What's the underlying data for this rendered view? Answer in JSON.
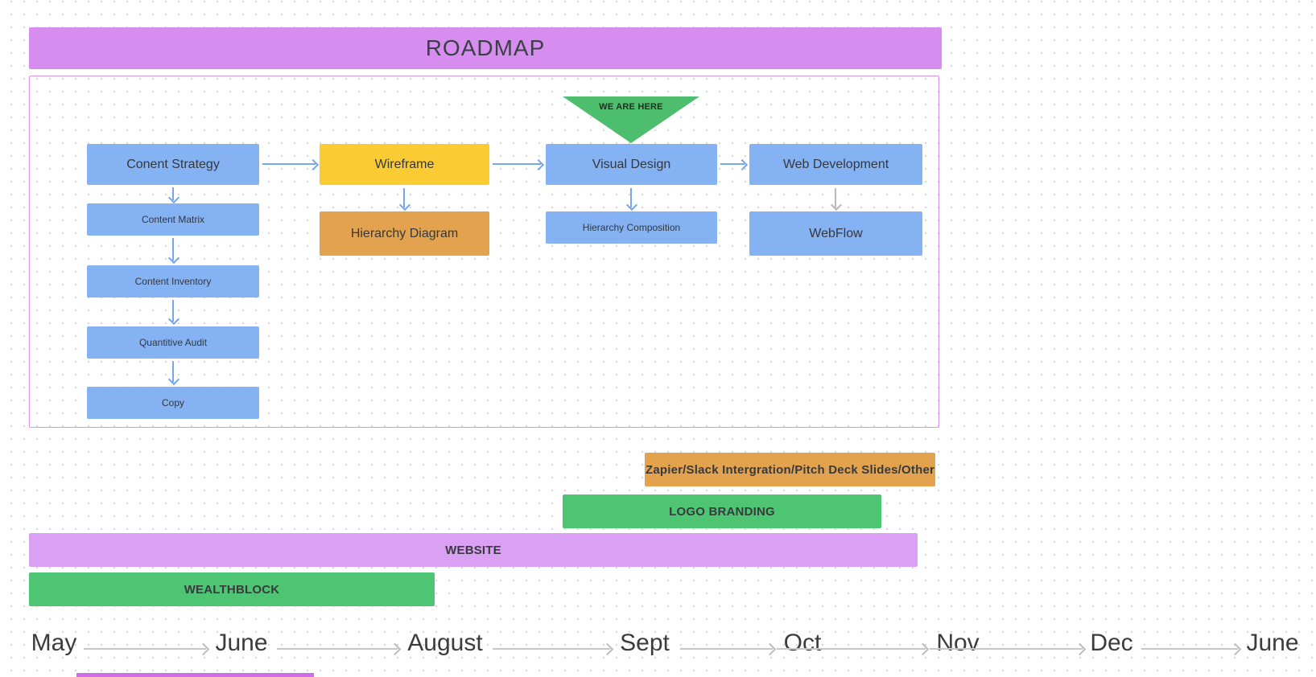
{
  "title": "ROADMAP",
  "marker": {
    "label": "WE ARE HERE"
  },
  "flowchart": {
    "content_strategy": "Conent Strategy",
    "wireframe": "Wireframe",
    "visual_design": "Visual Design",
    "web_development": "Web Development",
    "content_matrix": "Content Matrix",
    "content_inventory": "Content Inventory",
    "quantitive_audit": "Quantitive Audit",
    "copy": "Copy",
    "hierarchy_diagram": "Hierarchy Diagram",
    "hierarchy_composition": "Hierarchy Composition",
    "webflow": "WebFlow"
  },
  "gantt": {
    "zapier": "Zapier/Slack Intergration/Pitch Deck Slides/Other",
    "logo_branding": "LOGO BRANDING",
    "website": "WEBSITE",
    "wealthblock": "WEALTHBLOCK"
  },
  "timeline": {
    "months": [
      "May",
      "June",
      "August",
      "Sept",
      "Oct",
      "Nov",
      "Dec",
      "June"
    ]
  },
  "colors": {
    "banner_purple": "#d78df0",
    "bar_purple": "#d9a0f3",
    "node_blue": "#85b2f2",
    "node_yellow": "#fbcb33",
    "node_orange": "#e2a24e",
    "bar_green": "#4ec573",
    "marker_green": "#4dbd6e",
    "arrow_blue": "#76a6f0",
    "arrow_gray": "#b9b9b9",
    "timeline_line": "#c6c6c6",
    "frame_border": "#da93f2"
  }
}
